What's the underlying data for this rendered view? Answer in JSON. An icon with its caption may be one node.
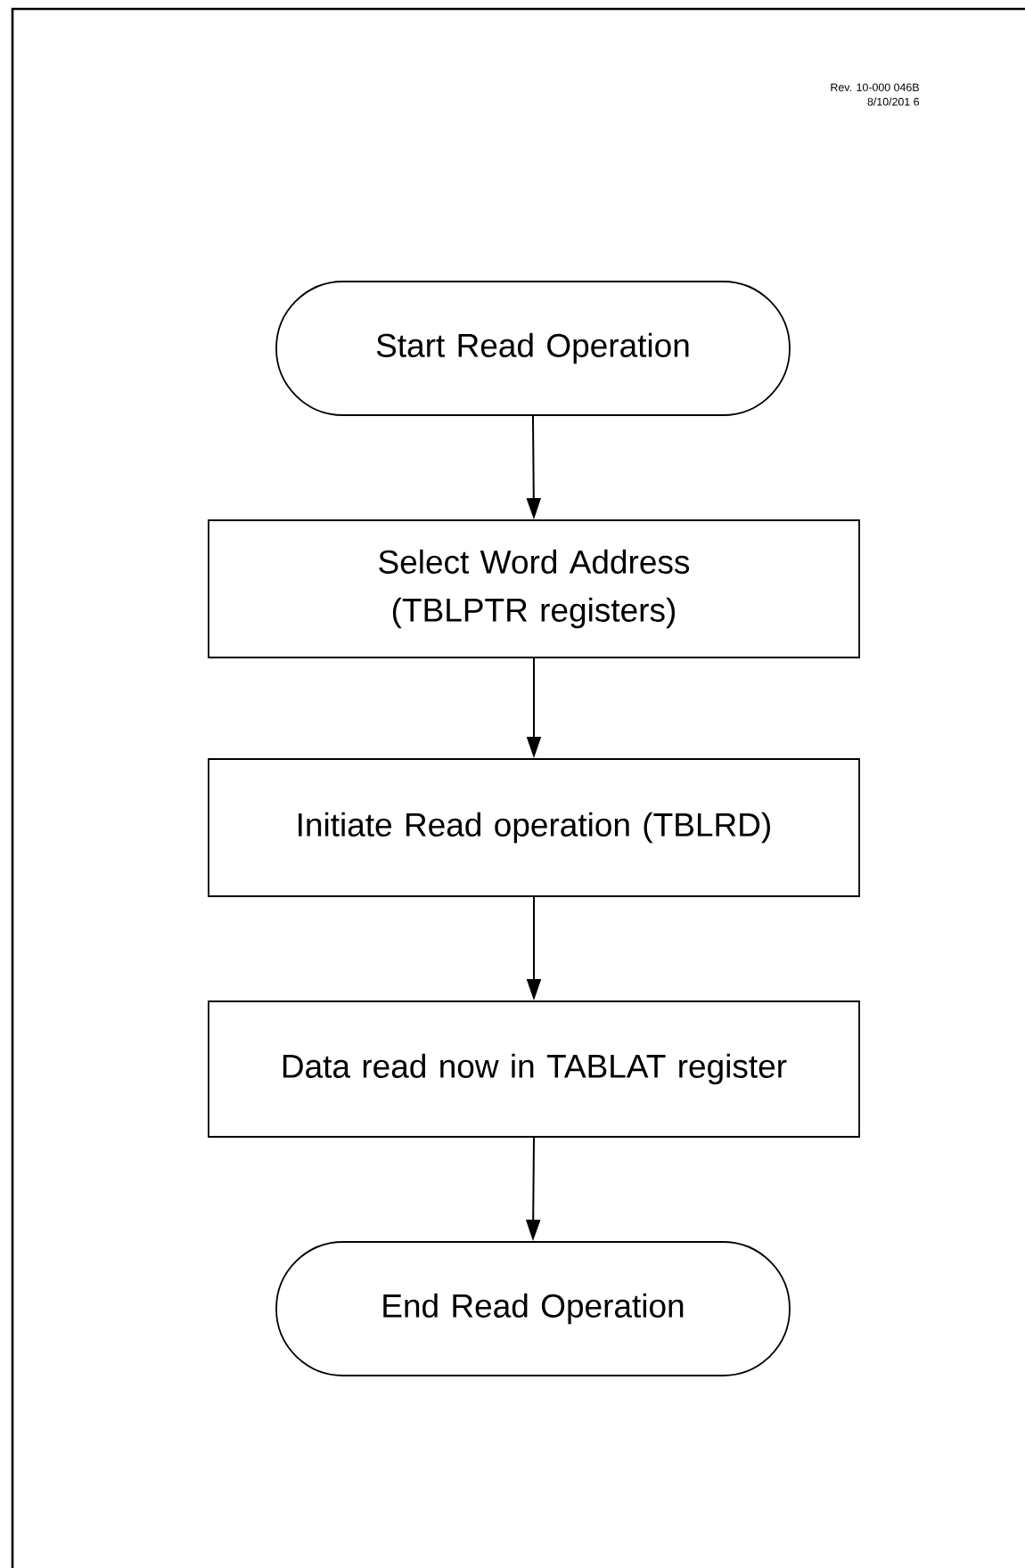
{
  "diagram": {
    "nodes": [
      {
        "text": [
          "Start Read Operation"
        ]
      },
      {
        "text": [
          "Select Word Address (TBLPTR registers)"
        ]
      },
      {
        "text": [
          "Initiate Read operation (TBLRD)"
        ]
      },
      {
        "text": [
          "Data read now in TABLAT register"
        ]
      },
      {
        "text": [
          "End Read Operation"
        ]
      }
    ],
    "edges": [
      {
        "from": 0,
        "to": 1,
        "arrow": "to"
      },
      {
        "from": 1,
        "to": 2,
        "arrow": "to"
      },
      {
        "from": 2,
        "to": 3,
        "arrow": "to"
      },
      {
        "from": 3,
        "to": 4,
        "arrow": "to"
      }
    ],
    "labels": [
      "Rev. 10-000 046B",
      "8/10/201 6"
    ]
  }
}
